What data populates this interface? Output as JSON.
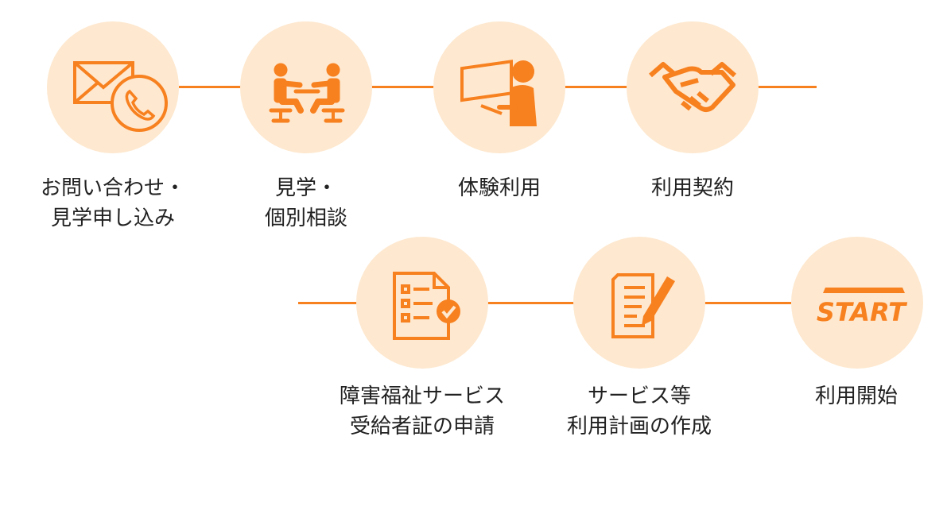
{
  "colors": {
    "accent": "#F7801F",
    "circle_bg": "#FEE8CF",
    "text": "#222222"
  },
  "steps": [
    {
      "icon": "mail-phone-icon",
      "line1": "お問い合わせ・",
      "line2": "見学申し込み"
    },
    {
      "icon": "meeting-icon",
      "line1": "見学・",
      "line2": "個別相談"
    },
    {
      "icon": "computer-user-icon",
      "line1": "体験利用",
      "line2": ""
    },
    {
      "icon": "handshake-icon",
      "line1": "利用契約",
      "line2": ""
    },
    {
      "icon": "checklist-document-icon",
      "line1": "障害福祉サービス",
      "line2": "受給者証の申請"
    },
    {
      "icon": "document-pen-icon",
      "line1": "サービス等",
      "line2": "利用計画の作成"
    },
    {
      "icon": "start-icon",
      "line1": "利用開始",
      "line2": "",
      "logo_text": "START"
    }
  ]
}
